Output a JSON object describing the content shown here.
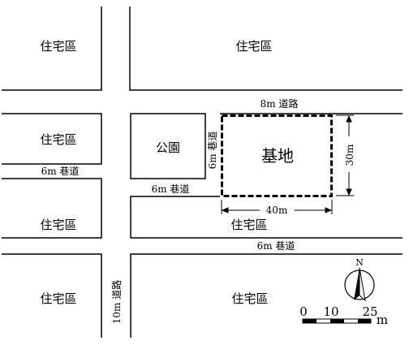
{
  "blocks": {
    "top_left": "住宅區",
    "top_right": "住宅區",
    "mid_left": "住宅區",
    "park": "公園",
    "site": "基地",
    "low_left": "住宅區",
    "low_right": "住宅區",
    "bottom_left": "住宅區",
    "bottom_right": "住宅區"
  },
  "roads": {
    "road_8m": "8m 道路",
    "lane_6m_vertical": "6m 巷道",
    "lane_6m_left": "6m 巷道",
    "lane_6m_mid": "6m 巷道",
    "lane_6m_lower": "6m 巷道",
    "road_10m": "10m 道路"
  },
  "dimensions": {
    "width": "40m",
    "depth": "30m"
  },
  "scale_bar": {
    "ticks": [
      "0",
      "10",
      "25"
    ],
    "unit": "m"
  },
  "north_arrow": {
    "label": "N",
    "icon": "north-arrow-icon"
  },
  "colors": {
    "ink": "#000000",
    "background": "#ffffff"
  }
}
